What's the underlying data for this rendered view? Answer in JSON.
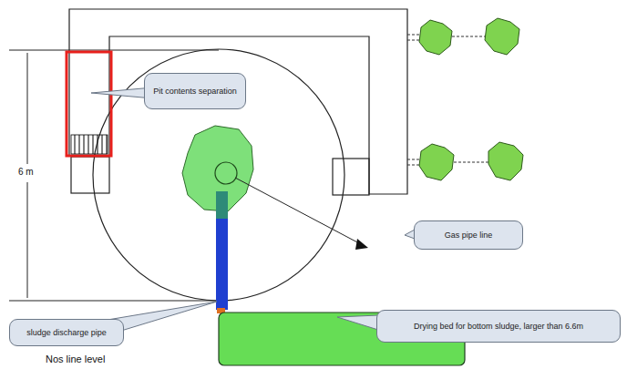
{
  "diagram": {
    "nodes": [
      {
        "text": [
          "Pit contents separation"
        ]
      },
      {
        "text": [
          "Gas pipe line"
        ]
      },
      {
        "text": [
          "sludge discharge pipe"
        ]
      },
      {
        "text": [
          "Drying bed for bottom sludge, larger than 6.6m"
        ]
      }
    ],
    "labels": [
      "6 m",
      "Nos line level"
    ]
  }
}
